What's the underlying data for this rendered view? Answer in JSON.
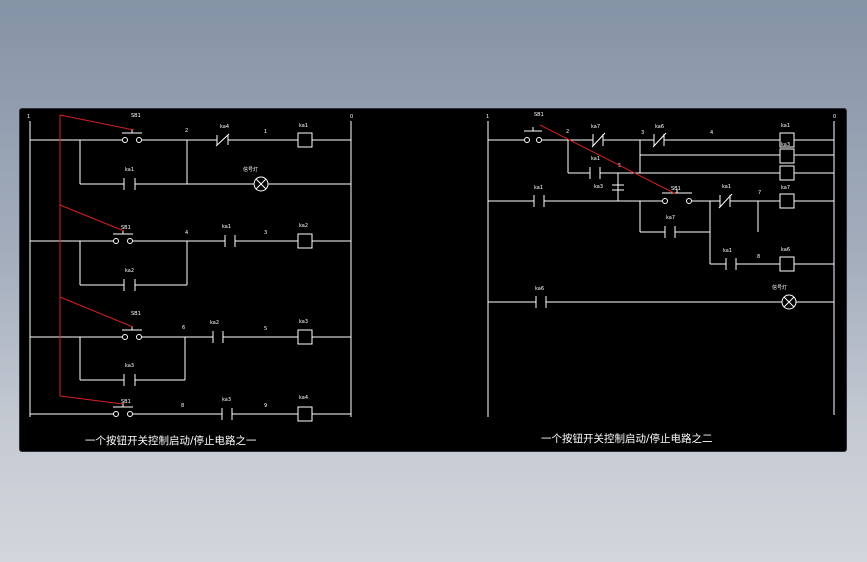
{
  "colors": {
    "background": "#000000",
    "wire": "#ffffff",
    "mechanical_link": "#d42020"
  },
  "left": {
    "caption": "一个按钮开关控制启动/停止电路之一",
    "node_left": "1",
    "node_right": "0",
    "rungs": [
      {
        "button": "SB1",
        "node_a": "2",
        "contact": "ka4",
        "node_b": "1",
        "coil": "ka1",
        "seal": "ka1",
        "lamp": "信号灯"
      },
      {
        "button": "SB1",
        "node_a": "4",
        "contact": "ka1",
        "node_b": "3",
        "coil": "ka2",
        "seal": "ka2"
      },
      {
        "button": "SB1",
        "node_a": "6",
        "contact": "ka2",
        "node_b": "5",
        "coil": "ka3",
        "seal": "ka3"
      },
      {
        "button": "SB1",
        "node_a": "8",
        "contact": "ka3",
        "node_b": "9",
        "coil": "ka4"
      }
    ]
  },
  "right": {
    "caption": "一个按钮开关控制启动/停止电路之二",
    "node_left": "1",
    "node_right": "0",
    "r1": {
      "button": "SB1",
      "node_a": "2",
      "nc_contact": "ka7",
      "node_b": "3",
      "nc_contact2": "ka6",
      "node_c": "4",
      "coil": "ka1"
    },
    "r1b": {
      "seal": "ka1",
      "coil": "ka3"
    },
    "r2": {
      "contact": "ka3",
      "node": "5"
    },
    "r3": {
      "contact": "ka1",
      "contact2": "ka3",
      "button": "SB1",
      "nc_contact": "ka1",
      "node": "7",
      "coil": "ka7",
      "seal": "ka7"
    },
    "r4": {
      "contact": "ka1",
      "node": "8",
      "coil": "ka6"
    },
    "r5": {
      "contact": "ka6",
      "lamp": "信号灯"
    }
  }
}
